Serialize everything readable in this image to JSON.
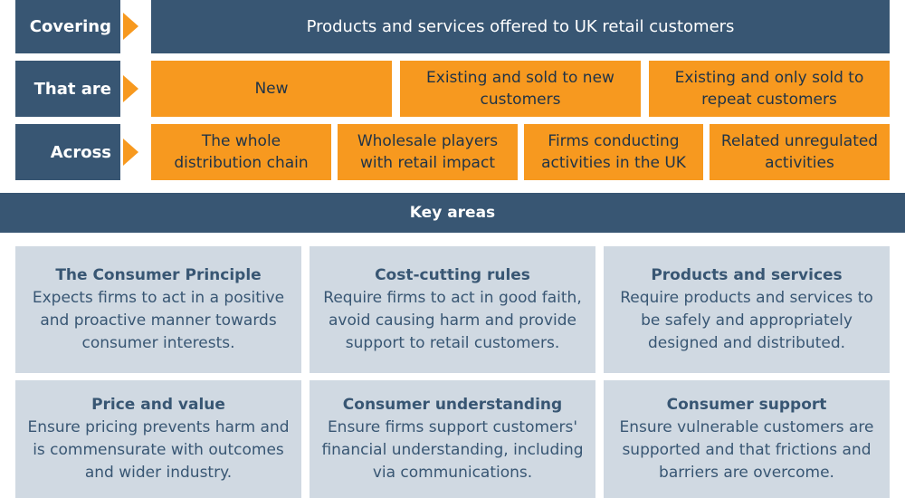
{
  "scope": {
    "rows": [
      {
        "label": "Covering",
        "cells": [
          "Products and services offered to UK retail customers"
        ]
      },
      {
        "label": "That are",
        "cells": [
          "New",
          "Existing and sold to new customers",
          "Existing and only sold to repeat customers"
        ]
      },
      {
        "label": "Across",
        "cells": [
          "The whole distribution chain",
          "Wholesale players with retail impact",
          "Firms conducting activities in the UK",
          "Related unregulated activities"
        ]
      }
    ]
  },
  "key_areas": {
    "title": "Key areas",
    "cards": [
      {
        "title": "The Consumer Principle",
        "desc": "Expects firms to act in a positive and proactive manner towards consumer interests."
      },
      {
        "title": "Cost-cutting rules",
        "desc": "Require firms to act in good faith, avoid causing harm and provide support to retail customers."
      },
      {
        "title": "Products and services",
        "desc": "Require products and services to be safely and appropriately designed and distributed."
      },
      {
        "title": "Price and value",
        "desc": "Ensure pricing prevents harm and is commensurate with outcomes and wider industry."
      },
      {
        "title": "Consumer understanding",
        "desc": "Ensure firms support customers' financial understanding, including via communications."
      },
      {
        "title": "Consumer support",
        "desc": "Ensure vulnerable customers are supported and that frictions and barriers are overcome."
      }
    ]
  },
  "colors": {
    "navy": "#385673",
    "orange": "#f7991f",
    "card_bg": "#d0d9e2"
  }
}
